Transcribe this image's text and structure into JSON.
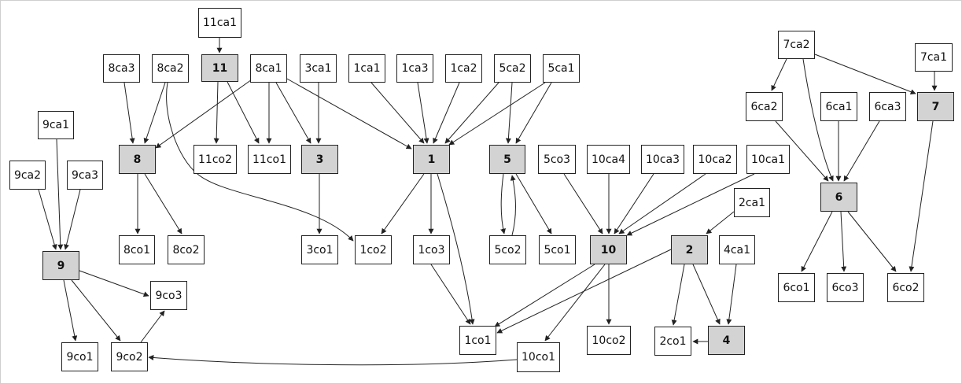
{
  "nodes": {
    "n1": "1",
    "n2": "2",
    "n3": "3",
    "n4": "4",
    "n5": "5",
    "n6": "6",
    "n7": "7",
    "n8": "8",
    "n9": "9",
    "n10": "10",
    "n11": "11",
    "ca_11ca1": "11ca1",
    "ca_8ca3": "8ca3",
    "ca_8ca2": "8ca2",
    "ca_8ca1": "8ca1",
    "ca_3ca1": "3ca1",
    "ca_1ca1": "1ca1",
    "ca_1ca3": "1ca3",
    "ca_1ca2": "1ca2",
    "ca_5ca2": "5ca2",
    "ca_5ca1": "5ca1",
    "ca_7ca2": "7ca2",
    "ca_7ca1": "7ca1",
    "ca_6ca2": "6ca2",
    "ca_6ca1": "6ca1",
    "ca_6ca3": "6ca3",
    "ca_9ca1": "9ca1",
    "ca_9ca2": "9ca2",
    "ca_9ca3": "9ca3",
    "ca_10ca4": "10ca4",
    "ca_10ca3": "10ca3",
    "ca_10ca2": "10ca2",
    "ca_10ca1": "10ca1",
    "ca_2ca1": "2ca1",
    "ca_4ca1": "4ca1",
    "co_11co2": "11co2",
    "co_11co1": "11co1",
    "co_8co1": "8co1",
    "co_8co2": "8co2",
    "co_3co1": "3co1",
    "co_1co2": "1co2",
    "co_1co3": "1co3",
    "co_1co1": "1co1",
    "co_5co3": "5co3",
    "co_5co2": "5co2",
    "co_5co1": "5co1",
    "co_10co2": "10co2",
    "co_10co1": "10co1",
    "co_2co1": "2co1",
    "co_6co1": "6co1",
    "co_6co3": "6co3",
    "co_6co2": "6co2",
    "co_9co3": "9co3",
    "co_9co1": "9co1",
    "co_9co2": "9co2"
  },
  "colors": {
    "main_fill": "#d3d3d3",
    "node_fill": "#ffffff",
    "stroke": "#222222"
  }
}
